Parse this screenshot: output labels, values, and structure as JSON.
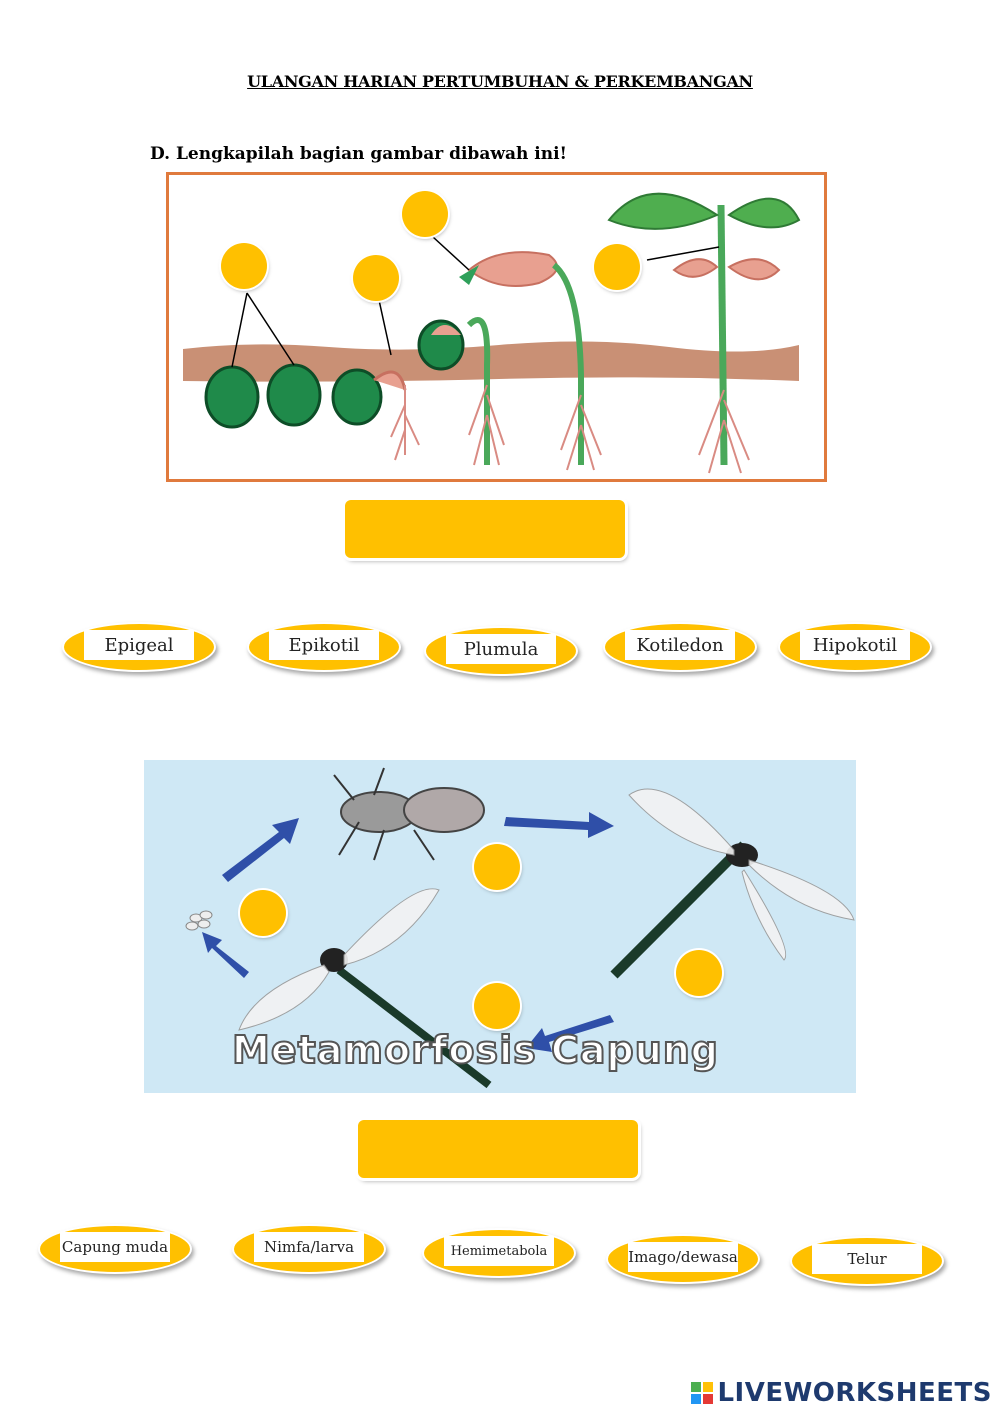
{
  "header": {
    "title": "ULANGAN HARIAN PERTUMBUHAN & PERKEMBANGAN",
    "instruction": "D.  Lengkapilah bagian gambar dibawah ini!"
  },
  "section1": {
    "options": [
      "Epigeal",
      "Epikotil",
      "Plumula",
      "Kotiledon",
      "Hipokotil"
    ]
  },
  "section2": {
    "image_caption": "Metamorfosis Capung",
    "options": [
      "Capung muda",
      "Nimfa/larva",
      "Hemimetabola",
      "Imago/dewasa",
      "Telur"
    ]
  },
  "footer": {
    "brand": "LIVEWORKSHEETS"
  },
  "colors": {
    "slot": "#ffc000",
    "frame_border": "#e07a3d",
    "brand": "#1e3a6e"
  }
}
